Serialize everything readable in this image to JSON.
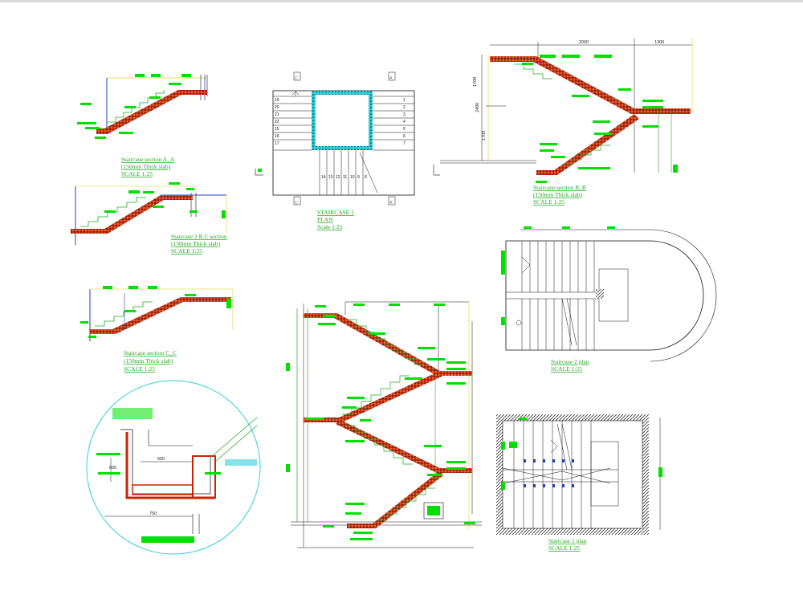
{
  "drawing": {
    "accent_green": "#00e000",
    "accent_red": "#cc2200",
    "accent_cyan": "#30d0d8",
    "accent_yellow": "#e8e060",
    "section_aa": {
      "line1": "Staircase section A_A",
      "line2": "(150mm Thick slab)",
      "line3": "SCALE 1:25"
    },
    "section_rc": {
      "line1": "Staircase 2 R.C section",
      "line2": "(150mm Thick slab)",
      "line3": "SCALE 1:25"
    },
    "section_cc": {
      "line1": "Staircase section C_C",
      "line2": "(150mm Thick slab)",
      "line3": "SCALE 1:25"
    },
    "plan": {
      "line1": "STAIRCASE 1",
      "line2": "PLAN",
      "line3": "Scale 1:25",
      "tag_c": "C",
      "tag_a": "A",
      "left_steps": [
        "19",
        "20",
        "21",
        "22",
        "15",
        "16",
        "17"
      ],
      "right_steps": [
        "1",
        "2",
        "3",
        "4",
        "5",
        "6",
        "7"
      ],
      "bottom_steps": [
        "14",
        "13",
        "12",
        "11",
        "10",
        "9",
        "8"
      ]
    },
    "section_bb": {
      "line1": "Staircase section B_B",
      "line2": "(150mm Thick slab)",
      "line3": "SCALE 1:25",
      "dim_top_left": "2000",
      "dim_top_right": "1300",
      "dim_left_a": "1700",
      "dim_left_b": "2400",
      "dim_left_c": "1700"
    },
    "staircase2_plan": {
      "line1": "Staircase 2 plan",
      "line2": "SCALE 1:25"
    },
    "staircase1_plan": {
      "line1": "Staircase 1 plan",
      "line2": "SCALE 1:25"
    },
    "detail": {
      "dim_a": "600",
      "dim_b": "750",
      "dim_c": "600"
    }
  }
}
